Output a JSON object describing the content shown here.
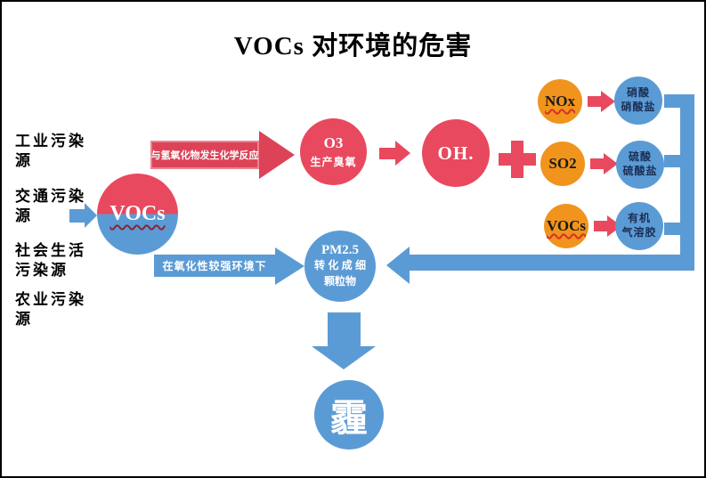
{
  "title": "VOCs 对环境的危害",
  "colors": {
    "red": "#e8495e",
    "blue": "#5b9bd5",
    "orange": "#f0941d",
    "product_text_navy": "#1a2f55",
    "squiggle_dark": "#8b2433",
    "squiggle_red": "#d93025"
  },
  "sources": [
    {
      "label": "工业污染\n源"
    },
    {
      "label": "交通污染\n源"
    },
    {
      "label": "社会生活\n污染源"
    },
    {
      "label": "农业污染\n源"
    }
  ],
  "vocs_circle": {
    "label": "VOCs"
  },
  "reaction_arrow": {
    "label": "与氢氧化物发生化学反应"
  },
  "o3_circle": {
    "line1": "O3",
    "line2": "生产臭氧"
  },
  "oh_circle": {
    "label": "OH."
  },
  "precursors": [
    {
      "label": "NOx"
    },
    {
      "label": "SO2"
    },
    {
      "label": "VOCs"
    }
  ],
  "products": [
    {
      "text": "硝酸\n硝酸盐"
    },
    {
      "text": "硫酸\n硫酸盐"
    },
    {
      "text": "有机\n气溶胶"
    }
  ],
  "oxidation_arrow": {
    "label": "在氧化性较强环境下"
  },
  "pm25_circle": {
    "line1": "PM2.5",
    "line2": "转 化 成 细",
    "line3": "颗粒物"
  },
  "haze_circle": {
    "label": "霾"
  }
}
